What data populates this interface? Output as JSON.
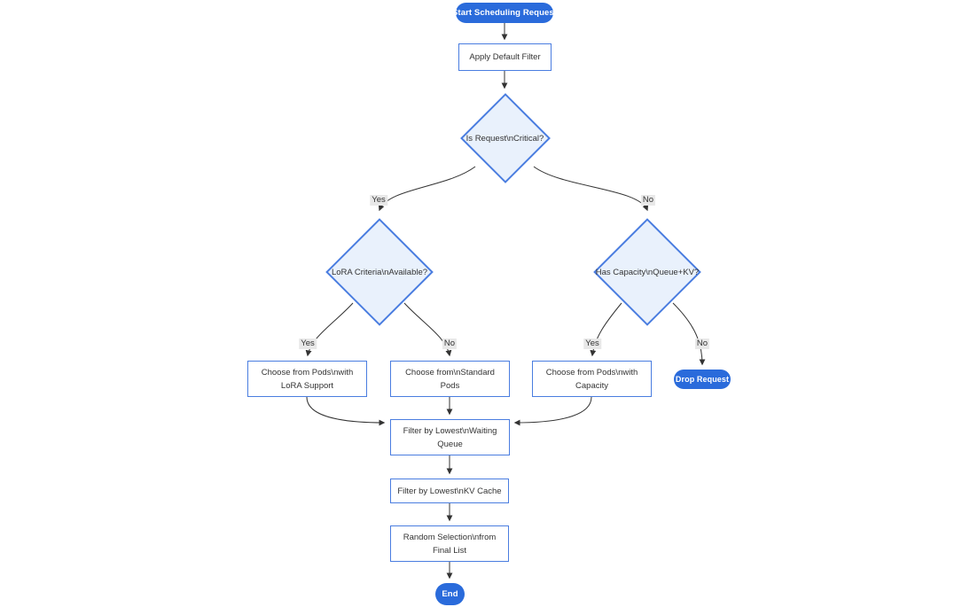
{
  "diagram": {
    "type": "flowchart",
    "direction": "top-down",
    "nodes": {
      "start": {
        "shape": "stadium",
        "label": "Start Scheduling Request"
      },
      "apply_filter": {
        "shape": "rect",
        "label": "Apply Default Filter"
      },
      "is_critical": {
        "shape": "diamond",
        "label": "Is Request\\nCritical?"
      },
      "lora_criteria": {
        "shape": "diamond",
        "label": "LoRA Criteria\\nAvailable?"
      },
      "has_capacity": {
        "shape": "diamond",
        "label": "Has Capacity\\nQueue+KV?"
      },
      "pods_lora": {
        "shape": "rect",
        "lines": [
          "Choose from Pods\\nwith",
          "LoRA Support"
        ]
      },
      "pods_standard": {
        "shape": "rect",
        "lines": [
          "Choose from\\nStandard",
          "Pods"
        ]
      },
      "pods_capacity": {
        "shape": "rect",
        "lines": [
          "Choose from Pods\\nwith",
          "Capacity"
        ]
      },
      "drop_request": {
        "shape": "stadium",
        "label": "Drop Request"
      },
      "filter_waiting_queue": {
        "shape": "rect",
        "lines": [
          "Filter by Lowest\\nWaiting",
          "Queue"
        ]
      },
      "filter_kv_cache": {
        "shape": "rect",
        "label": "Filter by Lowest\\nKV Cache"
      },
      "random_selection": {
        "shape": "rect",
        "lines": [
          "Random Selection\\nfrom",
          "Final List"
        ]
      },
      "end": {
        "shape": "stadium",
        "label": "End"
      }
    },
    "edge_labels": {
      "critical_yes": "Yes",
      "critical_no": "No",
      "lora_yes": "Yes",
      "lora_no": "No",
      "capacity_yes": "Yes",
      "capacity_no": "No"
    },
    "colors": {
      "accent_pill": "#2a6bdb",
      "pill_text": "#ffffff",
      "node_border": "#4a7de0",
      "decision_fill": "#e9f1fc",
      "node_fill": "#ffffff",
      "text": "#333333",
      "edge": "#333333",
      "edge_label_bg": "#e8e8e8"
    }
  }
}
